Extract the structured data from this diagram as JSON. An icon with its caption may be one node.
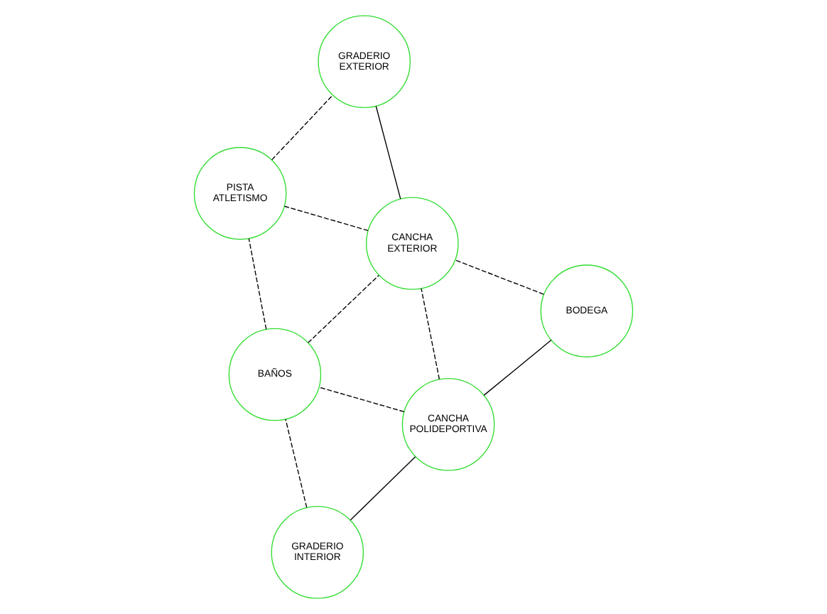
{
  "diagram": {
    "nodes": [
      {
        "text": [
          "GRADERIO INTERIOR"
        ]
      },
      {
        "text": [
          "BAÑOS"
        ]
      },
      {
        "text": [
          "CANCHA POLIDEPORTIVA"
        ]
      },
      {
        "text": [
          "PISTA ATLETISMO"
        ]
      },
      {
        "text": [
          "BODEGA"
        ]
      },
      {
        "text": [
          "GRADERIO EXTERIOR"
        ]
      },
      {
        "text": [
          "CANCHA EXTERIOR"
        ]
      }
    ],
    "edges": [
      {
        "from": 0,
        "to": 1,
        "arrow": "none",
        "style": "dashed"
      },
      {
        "from": 0,
        "to": 2,
        "arrow": "none"
      },
      {
        "from": 2,
        "to": 1,
        "arrow": "none",
        "style": "dashed"
      },
      {
        "from": 1,
        "to": 3,
        "arrow": "none",
        "style": "dashed"
      },
      {
        "from": 2,
        "to": 4,
        "arrow": "none"
      },
      {
        "from": 2,
        "to": 6,
        "arrow": "none",
        "style": "dashed"
      },
      {
        "from": 1,
        "to": 6,
        "arrow": "none",
        "style": "dashed"
      },
      {
        "from": 3,
        "to": 6,
        "arrow": "none",
        "style": "dashed"
      },
      {
        "from": 3,
        "to": 5,
        "arrow": "none",
        "style": "dashed"
      },
      {
        "from": 4,
        "to": 6,
        "arrow": "none",
        "style": "dashed"
      },
      {
        "from": 6,
        "to": 5,
        "arrow": "none"
      }
    ]
  }
}
